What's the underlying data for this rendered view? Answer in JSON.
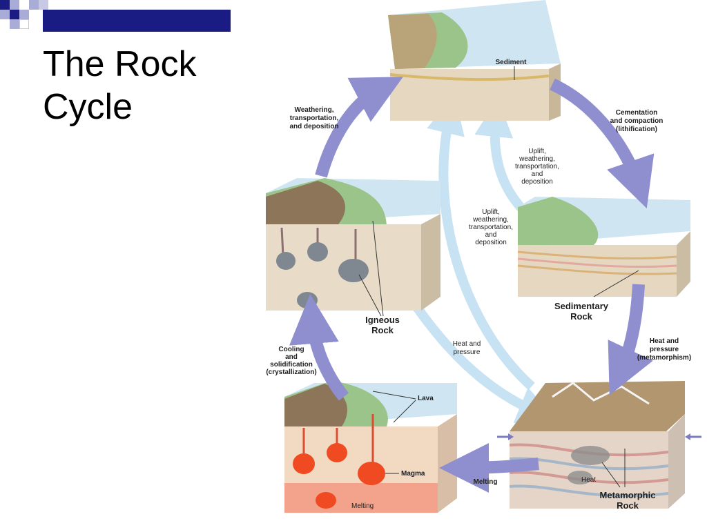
{
  "slide": {
    "title_line1": "The Rock",
    "title_line2": "Cycle"
  },
  "colors": {
    "accent_dark": "#1b1b84",
    "accent_light": "#a9acd6",
    "process_arrow": "#8f8fcf",
    "secondary_arrow": "#c7e2f2",
    "water": "#cfe6f2",
    "rock_face": "#e6d7c0",
    "magma": "#f04a22"
  },
  "diagram": {
    "labels": {
      "sediment": "Sediment",
      "sedimentary_rock_1": "Sedimentary",
      "sedimentary_rock_2": "Rock",
      "igneous_rock_1": "Igneous",
      "igneous_rock_2": "Rock",
      "metamorphic_rock_1": "Metamorphic",
      "metamorphic_rock_2": "Rock",
      "lava": "Lava",
      "magma": "Magma",
      "melting_bottom": "Melting",
      "heat": "Heat"
    },
    "processes": {
      "weathering": [
        "Weathering,",
        "transportation,",
        "and deposition"
      ],
      "cementation": [
        "Cementation",
        "and compaction",
        "(lithification)"
      ],
      "uplift_inner": [
        "Uplift,",
        "weathering,",
        "transportation,",
        "and",
        "deposition"
      ],
      "uplift_outer": [
        "Uplift,",
        "weathering,",
        "transportation,",
        "and",
        "deposition"
      ],
      "heat_pressure_meta": [
        "Heat and",
        "pressure",
        "(metamorphism)"
      ],
      "heat_pressure": [
        "Heat and",
        "pressure"
      ],
      "cooling": [
        "Cooling",
        "and",
        "solidification",
        "(crystallization)"
      ],
      "melting_arrow": "Melting"
    }
  }
}
